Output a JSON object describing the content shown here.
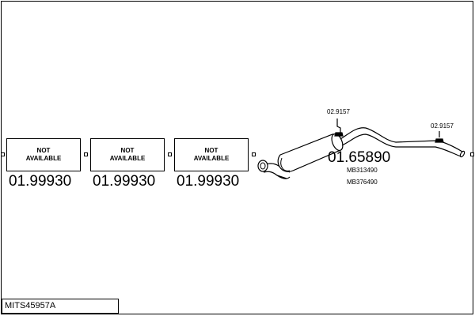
{
  "diagram": {
    "sections": [
      {
        "label": "NOT\nAVAILABLE",
        "part_number": "01.99930"
      },
      {
        "label": "NOT\nAVAILABLE",
        "part_number": "01.99930"
      },
      {
        "label": "NOT\nAVAILABLE",
        "part_number": "01.99930"
      }
    ],
    "muffler": {
      "part_number": "01.65890",
      "references": [
        "MB313490",
        "MB376490"
      ],
      "clamps": [
        "02.9157",
        "02.9157"
      ]
    }
  },
  "footer": {
    "code": "MITS45957A"
  }
}
